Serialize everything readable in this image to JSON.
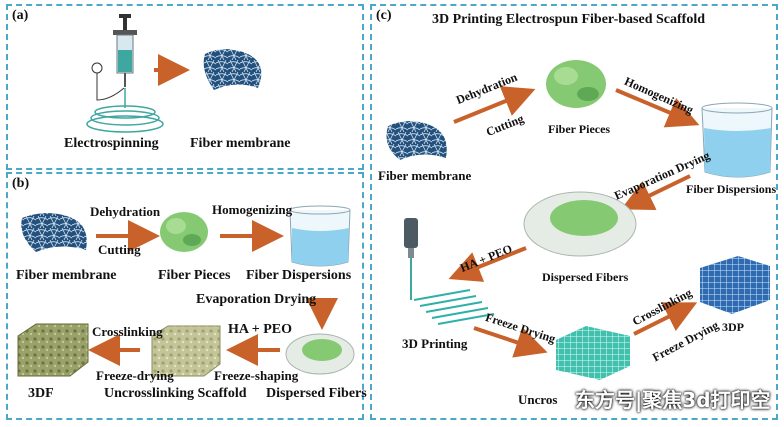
{
  "panel_a": {
    "label": "(a)",
    "electrospinning": "Electrospinning",
    "fiber_membrane": "Fiber membrane"
  },
  "panel_b": {
    "label": "(b)",
    "dehydration": "Dehydration",
    "cutting": "Cutting",
    "homogenizing": "Homogenizing",
    "fiber_membrane": "Fiber membrane",
    "fiber_pieces": "Fiber Pieces",
    "fiber_dispersions": "Fiber Dispersions",
    "evaporation_drying": "Evaporation Drying",
    "crosslinking": "Crosslinking",
    "ha_peo": "HA + PEO",
    "freeze_drying": "Freeze-drying",
    "freeze_shaping": "Freeze-shaping",
    "out_3df": "3DF",
    "uncrosslinking_scaffold": "Uncrosslinking Scaffold",
    "dispersed_fibers": "Dispersed Fibers"
  },
  "panel_c": {
    "label": "(c)",
    "title": "3D Printing Electrospun Fiber-based Scaffold",
    "dehydration": "Dehydration",
    "cutting": "Cutting",
    "fiber_pieces": "Fiber Pieces",
    "homogenizing": "Homogenizing",
    "fiber_membrane": "Fiber membrane",
    "evaporation_drying": "Evaporation Drying",
    "fiber_dispersions": "Fiber Dispersions",
    "ha_peo": "HA + PEO",
    "dispersed_fibers": "Dispersed Fibers",
    "printing_3d": "3D Printing",
    "freeze_drying": "Freeze Drying",
    "crosslinking": "Crosslinking",
    "freeze_drying_2": "Freeze Drying",
    "out_3dp": "3DP",
    "uncrosslinked_partial": "Uncros"
  },
  "watermark": "东方号|聚焦3d打印空",
  "colors": {
    "border": "#4aa8c9",
    "arrow": "#c8622a",
    "fiber": "#2f5f8f",
    "green": "#7cc46a",
    "scaffold_blue": "#3b74b8",
    "scaffold_cyan": "#4ec7b8"
  }
}
